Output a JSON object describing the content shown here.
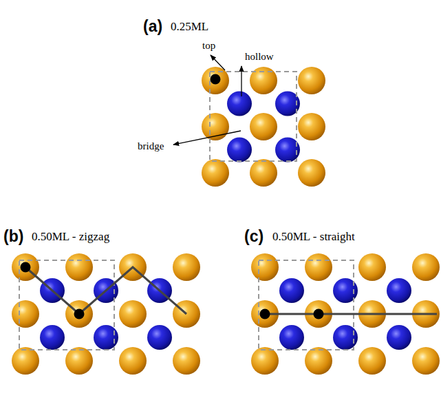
{
  "diagram": {
    "labels": [
      "(a)",
      "0.25ML",
      "top",
      "hollow",
      "bridge",
      "(b)",
      "0.50ML - zigzag",
      "(c)",
      "0.50ML - straight"
    ]
  }
}
